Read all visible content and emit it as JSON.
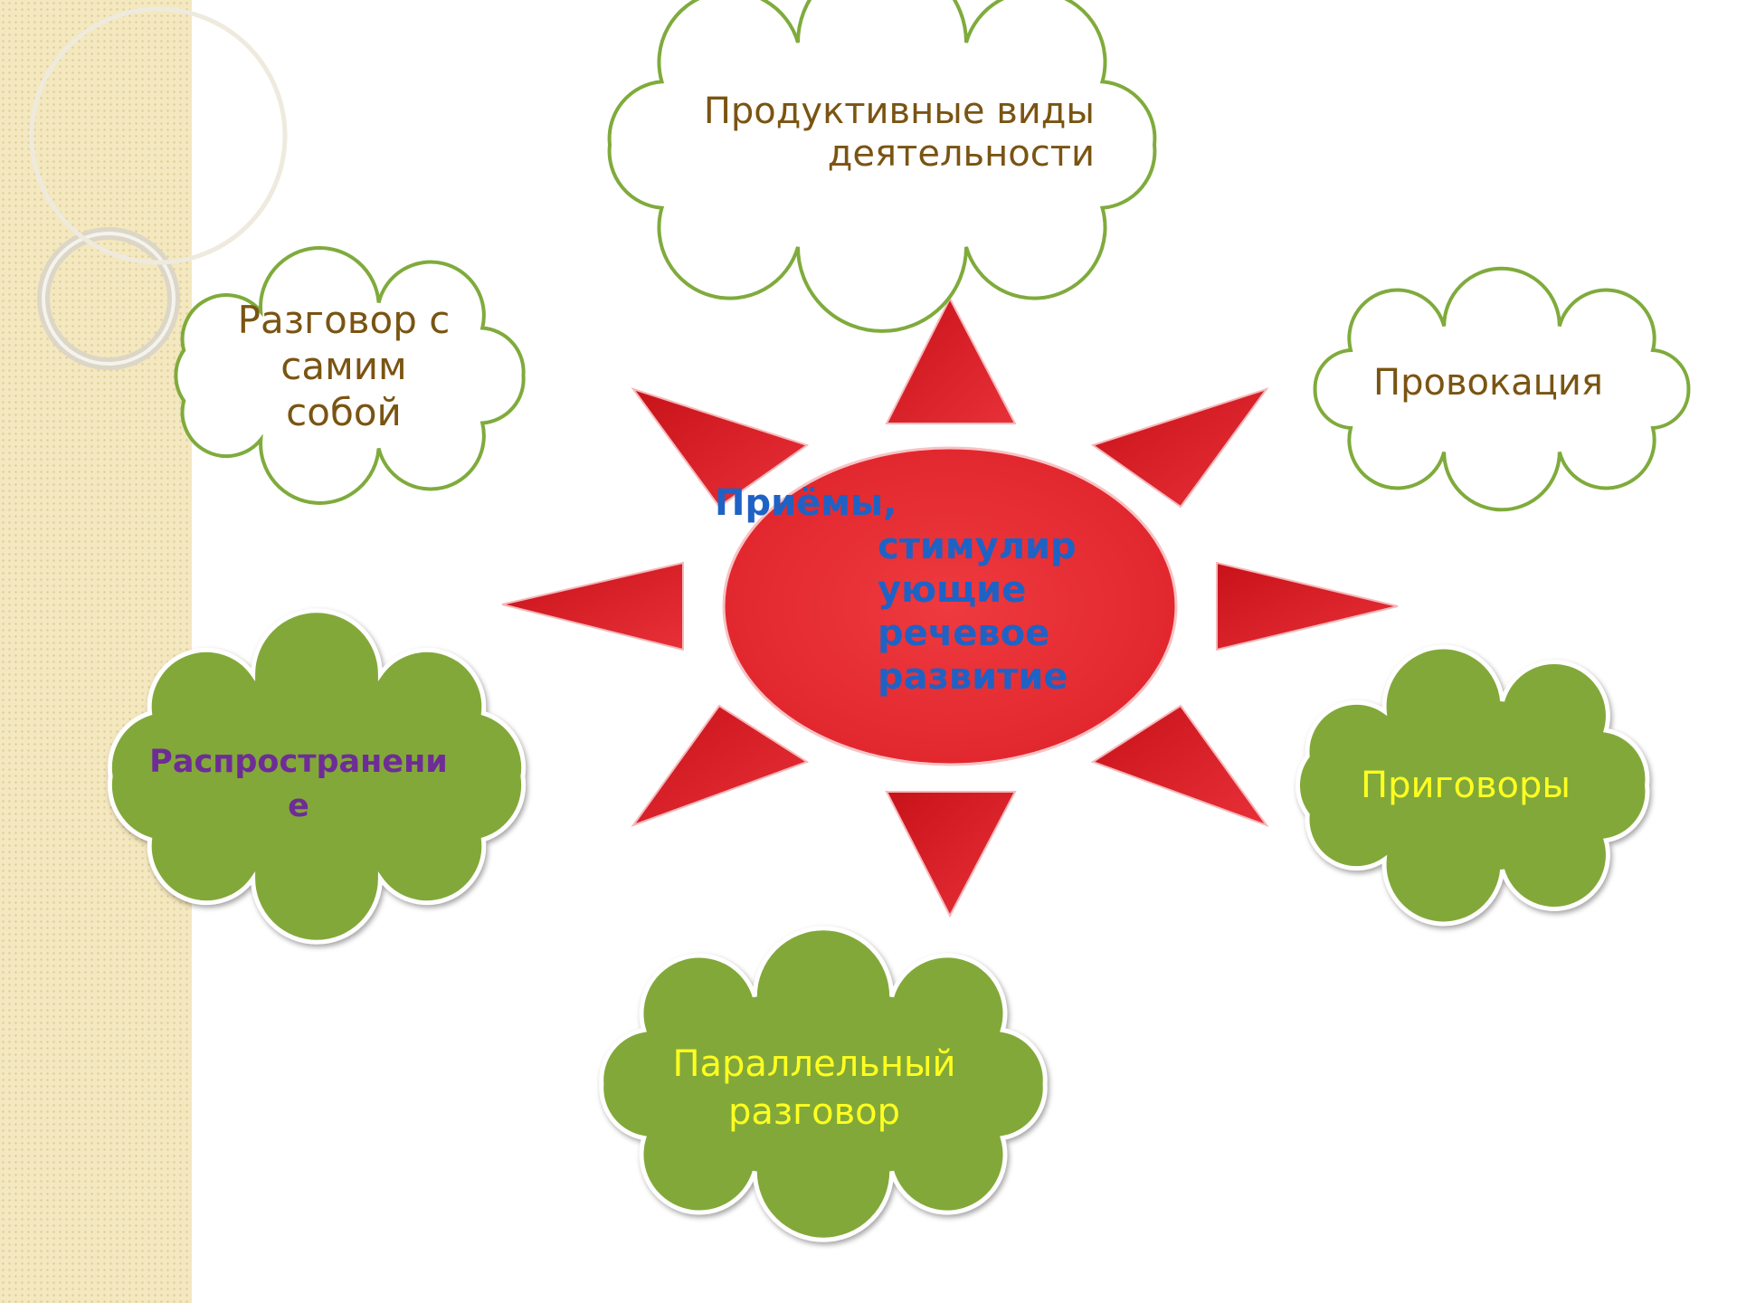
{
  "colors": {
    "outline_cloud_fill": "#ffffff",
    "outline_cloud_stroke": "#7fab3c",
    "filled_cloud_fill": "#82a83a",
    "filled_cloud_stroke": "#ffffff",
    "rays": "#d81b23",
    "center_ellipse": "#e8282e",
    "center_text": "#1f62c5",
    "brown_text": "#7a5412",
    "purple_text": "#6e2c97",
    "yellow_text": "#ffff20",
    "side_strip": "#f4e8c0"
  },
  "center": {
    "lines": [
      "Приёмы,",
      "стимулир",
      "ующие",
      "речевое",
      "развитие"
    ]
  },
  "clouds": {
    "productive": {
      "lines": [
        "Продуктивные виды",
        "деятельности"
      ]
    },
    "self_talk": {
      "lines": [
        "Разговор с",
        "самим",
        "собой"
      ]
    },
    "provocation": {
      "lines": [
        "Провокация"
      ]
    },
    "spreading": {
      "lines": [
        "Распространени",
        "е"
      ]
    },
    "sayings": {
      "lines": [
        "Приговоры"
      ]
    },
    "parallel_talk": {
      "lines": [
        "Параллельный",
        "разговор"
      ]
    }
  }
}
